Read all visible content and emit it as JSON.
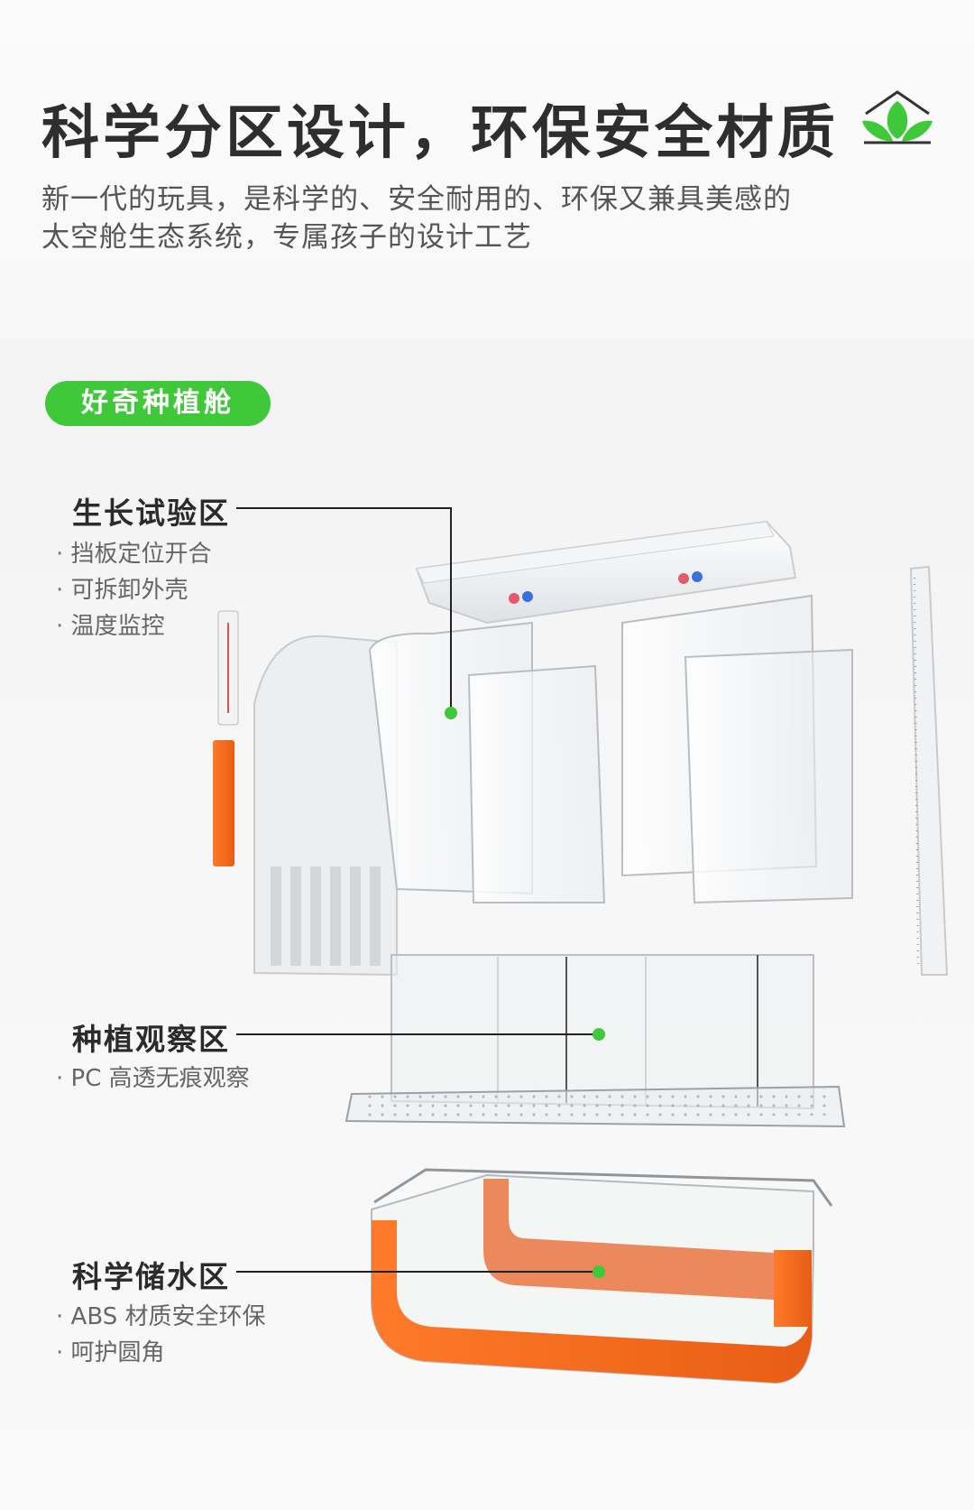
{
  "header": {
    "title": "科学分区设计，环保安全材质",
    "subtitle_lines": [
      "新一代的玩具，是科学的、安全耐用的、环保又兼具美感的",
      "太空舱生态系统，专属孩子的设计工艺"
    ],
    "logo_icon": "leaf-house-icon"
  },
  "product_tag": "好奇种植舱",
  "zones": [
    {
      "title": "生长试验区",
      "features": [
        "挡板定位开合",
        "可拆卸外壳",
        "温度监控"
      ]
    },
    {
      "title": "种植观察区",
      "features": [
        "PC 高透无痕观察"
      ]
    },
    {
      "title": "科学储水区",
      "features": [
        "ABS 材质安全环保",
        "呵护圆角"
      ]
    }
  ],
  "colors": {
    "accent_green": "#3ec83a",
    "accent_orange": "#f26b1d",
    "headline": "#2e2e2e"
  }
}
